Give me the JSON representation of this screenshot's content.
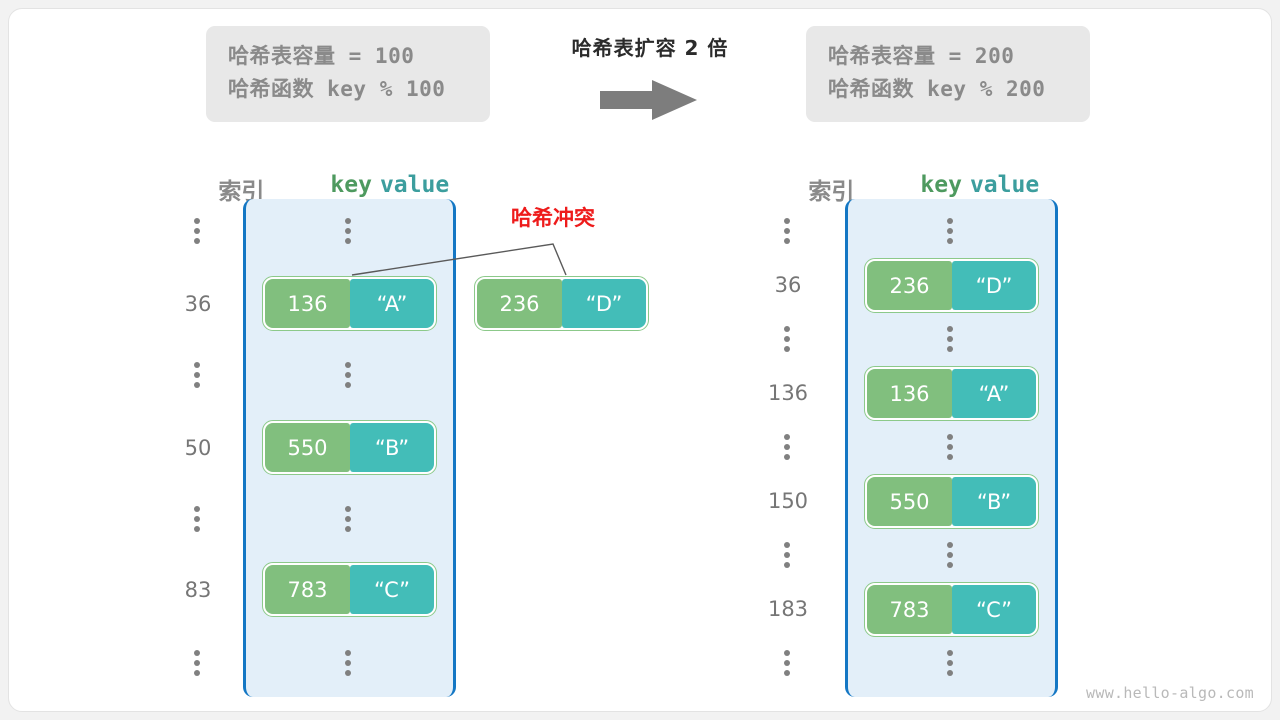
{
  "diagram": {
    "title_center": "哈希表扩容 2 倍",
    "watermark": "www.hello-algo.com",
    "collision_label": "哈希冲突",
    "arrow_icon": "right-arrow-icon"
  },
  "before": {
    "capacity_line": "哈希表容量 = 100",
    "hash_fn_line": "哈希函数 key % 100",
    "header": {
      "index": "索引",
      "key": "key",
      "value": "value"
    },
    "rows": [
      {
        "type": "ellipsis",
        "index": "⋮"
      },
      {
        "type": "entry",
        "index": "36",
        "key": "136",
        "value": "“A”"
      },
      {
        "type": "ellipsis",
        "index": "⋮"
      },
      {
        "type": "entry",
        "index": "50",
        "key": "550",
        "value": "“B”"
      },
      {
        "type": "ellipsis",
        "index": "⋮"
      },
      {
        "type": "entry",
        "index": "83",
        "key": "783",
        "value": "“C”"
      },
      {
        "type": "ellipsis",
        "index": "⋮"
      }
    ],
    "colliding_entry": {
      "key": "236",
      "value": "“D”"
    }
  },
  "after": {
    "capacity_line": "哈希表容量 = 200",
    "hash_fn_line": "哈希函数 key % 200",
    "header": {
      "index": "索引",
      "key": "key",
      "value": "value"
    },
    "rows": [
      {
        "type": "ellipsis",
        "index": "⋮"
      },
      {
        "type": "entry",
        "index": "36",
        "key": "236",
        "value": "“D”"
      },
      {
        "type": "ellipsis",
        "index": "⋮"
      },
      {
        "type": "entry",
        "index": "136",
        "key": "136",
        "value": "“A”"
      },
      {
        "type": "ellipsis",
        "index": "⋮"
      },
      {
        "type": "entry",
        "index": "150",
        "key": "550",
        "value": "“B”"
      },
      {
        "type": "ellipsis",
        "index": "⋮"
      },
      {
        "type": "entry",
        "index": "183",
        "key": "783",
        "value": "“C”"
      },
      {
        "type": "ellipsis",
        "index": "⋮"
      }
    ]
  },
  "colors": {
    "key_fill": "#81bf7e",
    "value_fill": "#43bdb8",
    "pair_border": "#8cc98a",
    "bucket_fill": "#e3eff9",
    "bucket_border": "#1477c4",
    "collision_red": "#ee1b1b",
    "infobox_bg": "#e8e8e8",
    "muted_text": "#8a8a8a"
  }
}
